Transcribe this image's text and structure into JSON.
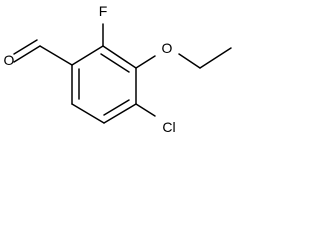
{
  "molecule": {
    "atoms": {
      "oxygen_aldehyde": "O",
      "fluorine": "F",
      "oxygen_ether": "O",
      "chlorine": "Cl"
    }
  }
}
